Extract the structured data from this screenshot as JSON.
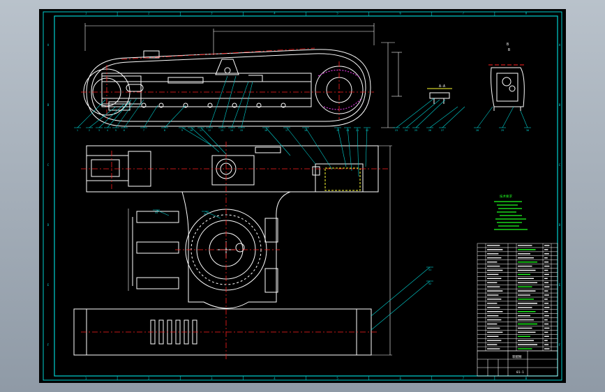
{
  "drawing": {
    "notes_title": "技术要求",
    "sheet_number": "01-1",
    "title_block_caption": "装配图"
  },
  "callout_labels": [
    "1",
    "2",
    "3",
    "4",
    "5",
    "6",
    "7",
    "8",
    "9",
    "10",
    "11",
    "12",
    "13",
    "14",
    "15",
    "16",
    "17",
    "18",
    "19",
    "20",
    "21",
    "22",
    "23",
    "24",
    "25",
    "26",
    "27",
    "28",
    "29",
    "30",
    "31",
    "32",
    "33",
    "34"
  ],
  "frame_column_marks": [
    "1",
    "2",
    "3",
    "4",
    "5",
    "6",
    "7",
    "8"
  ],
  "frame_row_marks": [
    "A",
    "B",
    "C",
    "D",
    "E",
    "F"
  ],
  "section_marks": [
    "A-A",
    "B",
    "B"
  ],
  "colors": {
    "line": "#ffffff",
    "frame": "#00d0d0",
    "center": "#ff2020",
    "hatch": "#ff40ff",
    "note": "#20ff20",
    "dim": "#ffff30"
  }
}
